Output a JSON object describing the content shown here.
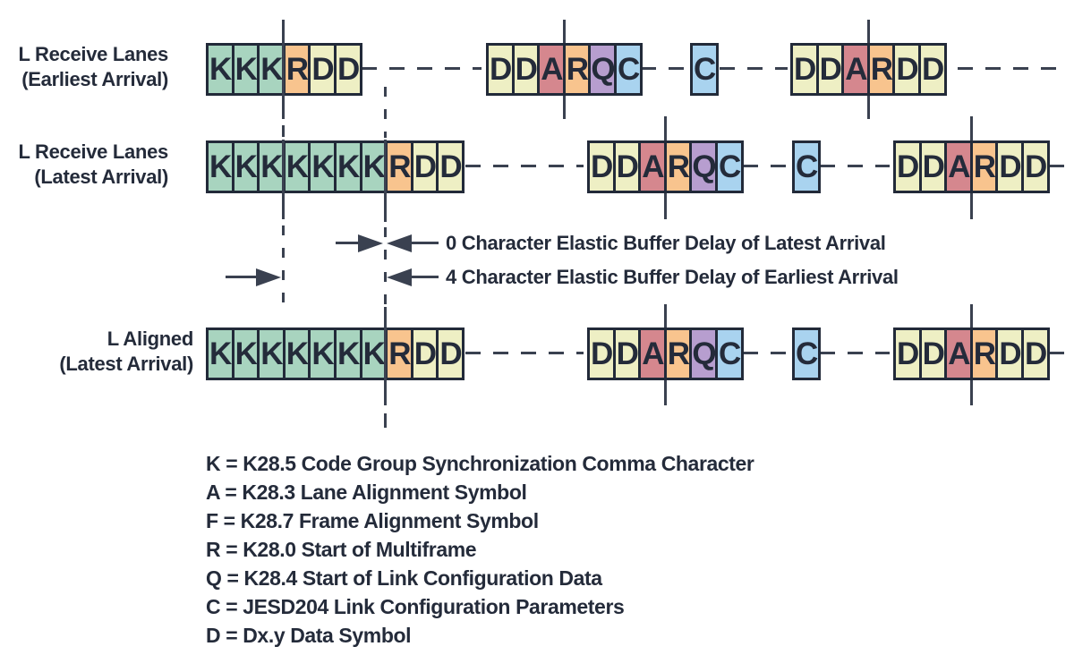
{
  "colors": {
    "K": "#a8d4bf",
    "R": "#f8c48e",
    "D": "#eeefc4",
    "A": "#d5878e",
    "Q": "#b79ecf",
    "C": "#a9d3ef",
    "border": "#222a39",
    "line": "#3a4150",
    "text": "#242b3a",
    "background": "#ffffff"
  },
  "rows": [
    {
      "label_lines": [
        "L Receive Lanes",
        "(Earliest Arrival)"
      ],
      "groups": [
        {
          "cells": [
            "K",
            "K",
            "K",
            "R",
            "D",
            "D"
          ]
        },
        {
          "cells": [
            "D",
            "D",
            "A",
            "R",
            "Q",
            "C"
          ]
        },
        {
          "cells": [
            "C"
          ]
        },
        {
          "cells": [
            "D",
            "D",
            "A",
            "R",
            "D",
            "D"
          ]
        }
      ]
    },
    {
      "label_lines": [
        "L Receive Lanes",
        "(Latest Arrival)"
      ],
      "groups": [
        {
          "cells": [
            "K",
            "K",
            "K",
            "K",
            "K",
            "K",
            "K",
            "R",
            "D",
            "D"
          ]
        },
        {
          "cells": [
            "D",
            "D",
            "A",
            "R",
            "Q",
            "C"
          ]
        },
        {
          "cells": [
            "C"
          ]
        },
        {
          "cells": [
            "D",
            "D",
            "A",
            "R",
            "D",
            "D"
          ]
        }
      ]
    },
    {
      "label_lines": [
        "L Aligned",
        "(Latest Arrival)"
      ],
      "groups": [
        {
          "cells": [
            "K",
            "K",
            "K",
            "K",
            "K",
            "K",
            "K",
            "R",
            "D",
            "D"
          ]
        },
        {
          "cells": [
            "D",
            "D",
            "A",
            "R",
            "Q",
            "C"
          ]
        },
        {
          "cells": [
            "C"
          ]
        },
        {
          "cells": [
            "D",
            "D",
            "A",
            "R",
            "D",
            "D"
          ]
        }
      ]
    }
  ],
  "annotations": [
    {
      "text": "0 Character Elastic Buffer Delay of Latest Arrival"
    },
    {
      "text": "4 Character Elastic Buffer Delay of Earliest Arrival"
    }
  ],
  "legend": {
    "items": [
      "K = K28.5 Code Group Synchronization Comma Character",
      "A = K28.3 Lane Alignment Symbol",
      "F = K28.7 Frame Alignment Symbol",
      "R = K28.0 Start of Multiframe",
      "Q = K28.4 Start of Link Configuration Data",
      "C = JESD204 Link Configuration Parameters",
      "D = Dx.y Data Symbol"
    ]
  }
}
